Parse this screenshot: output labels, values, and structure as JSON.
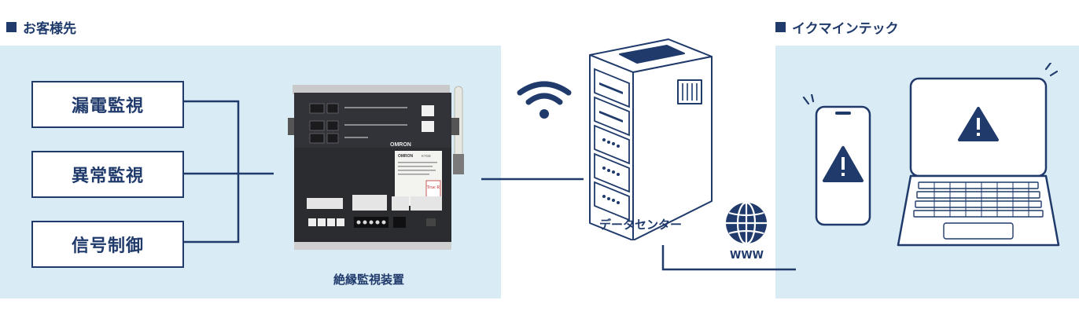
{
  "customer_section": {
    "label": "お客様先"
  },
  "functions": [
    "漏電監視",
    "異常監視",
    "信号制御"
  ],
  "device": {
    "caption": "絶縁監視装置",
    "brand": "OMRON",
    "product": "K7GE",
    "badge": "True R"
  },
  "data_center": {
    "caption": "データセンター"
  },
  "www": {
    "caption": "WWW"
  },
  "ikuma_section": {
    "label": "イクマインテック"
  },
  "colors": {
    "navy": "#1f3a6b",
    "panel": "#d9ebf4"
  }
}
